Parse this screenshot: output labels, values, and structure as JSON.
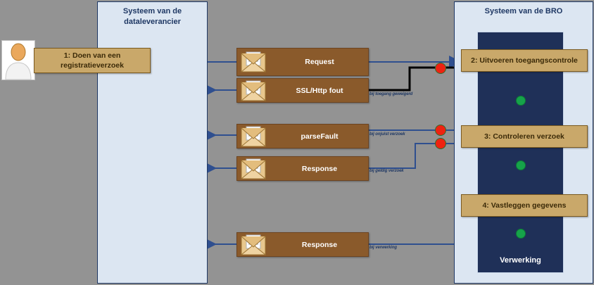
{
  "lanes": {
    "left": {
      "title": "Systeem van de dataleverancier"
    },
    "right": {
      "title": "Systeem van de BRO",
      "inner_label": "Verwerking"
    }
  },
  "actor": {
    "name": "actor-figure"
  },
  "processes": [
    {
      "id": "1",
      "label": "1: Doen van een registratieverzoek"
    },
    {
      "id": "2",
      "label": "2: Uitvoeren toegangscontrole"
    },
    {
      "id": "3",
      "label": "3:  Controleren verzoek"
    },
    {
      "id": "4",
      "label": "4: Vastleggen gegevens"
    }
  ],
  "messages": [
    {
      "id": "request",
      "label": "Request",
      "icon": "envelope-icon"
    },
    {
      "id": "ssl",
      "label": "SSL/Http fout",
      "icon": "envelope-icon"
    },
    {
      "id": "parse",
      "label": "parseFault",
      "icon": "envelope-icon"
    },
    {
      "id": "resp1",
      "label": "Response",
      "icon": "envelope-icon"
    },
    {
      "id": "resp2",
      "label": "Response",
      "icon": "envelope-icon"
    }
  ],
  "annotations": [
    {
      "id": "a1",
      "text": "bij toegang geweigerd"
    },
    {
      "id": "a2",
      "text": "bij onjuist verzoek"
    },
    {
      "id": "a3",
      "text": "bij geldig verzoek"
    },
    {
      "id": "a4",
      "text": "bij verwerking"
    }
  ],
  "markers": {
    "red": {
      "name": "error-marker",
      "color": "#ee2211",
      "count": 3
    },
    "green": {
      "name": "success-marker",
      "color": "#16a34a",
      "count": 3
    }
  },
  "colors": {
    "lane_fill": "#dce6f2",
    "lane_border": "#1f3864",
    "bro_column": "#1f3058",
    "process_fill": "#c9a86a",
    "message_fill": "#8a5a2b",
    "connector": "#2f4f8f",
    "background": "#939393"
  }
}
